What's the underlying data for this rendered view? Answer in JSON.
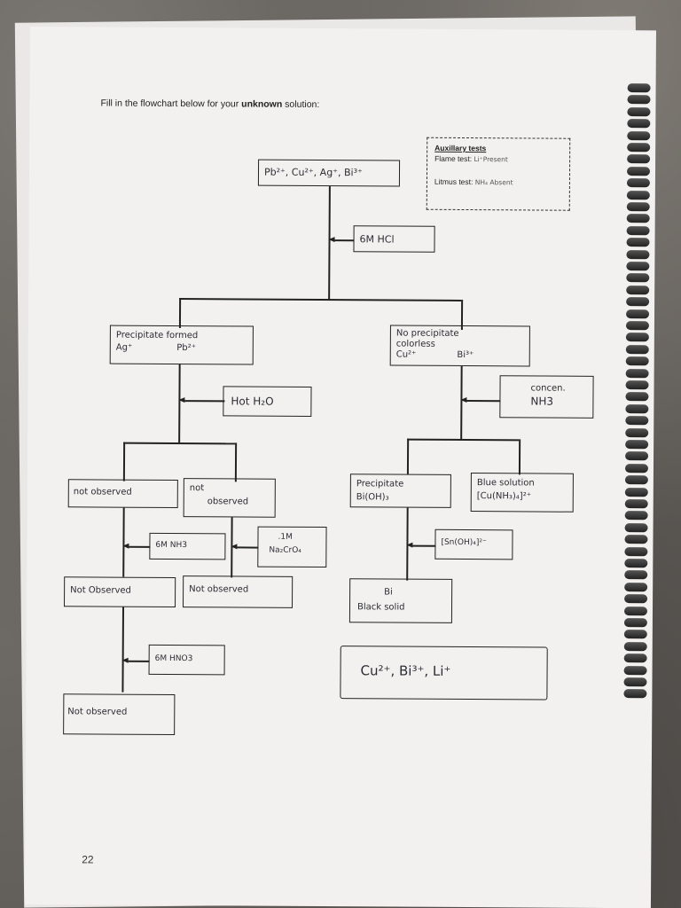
{
  "instruction": {
    "prefix": "Fill in the flowchart below for your ",
    "bold": "unknown",
    "suffix": " solution:"
  },
  "page_number": "22",
  "auxiliary": {
    "title": "Auxillary tests",
    "flame_label": "Flame test:",
    "flame_value": "Li⁺Present",
    "litmus_label": "Litmus test:",
    "litmus_value": "NH₄ Absent"
  },
  "flow": {
    "start": "Pb²⁺, Cu²⁺, Ag⁺, Bi³⁺",
    "reagent_hcl": "6M HCl",
    "precip_formed": {
      "line1": "Precipitate formed",
      "ag": "Ag⁺",
      "pb": "Pb²⁺"
    },
    "no_precip": {
      "line1": "No precipitate",
      "line2": "colorless",
      "cu": "Cu²⁺",
      "bi": "Bi³⁺"
    },
    "hot_water": "Hot H₂O",
    "concen": {
      "line1": "concen.",
      "line2": "NH3"
    },
    "left_not_observed": "not observed",
    "right_not_observed": {
      "line1": "not",
      "line2": "observed"
    },
    "precipitate_bioh": {
      "line1": "Precipitate",
      "line2": "Bi(OH)₃"
    },
    "blue_solution": {
      "line1": "Blue solution",
      "line2": "[Cu(NH₃)₄]²⁺"
    },
    "nh3_6m": "6M NH3",
    "na2cro4": {
      "line1": ".1M",
      "line2": "Na₂CrO₄"
    },
    "sn_reagent": "[Sn(OH)₄]²⁻",
    "not_observed_2a": "Not Observed",
    "not_observed_2b": "Not observed",
    "bi_black": {
      "line1": "Bi",
      "line2": "Black solid"
    },
    "hno3_6m": "6M HNO3",
    "not_observed_3": "Not observed",
    "final_ions": "Cu²⁺, Bi³⁺, Li⁺"
  }
}
